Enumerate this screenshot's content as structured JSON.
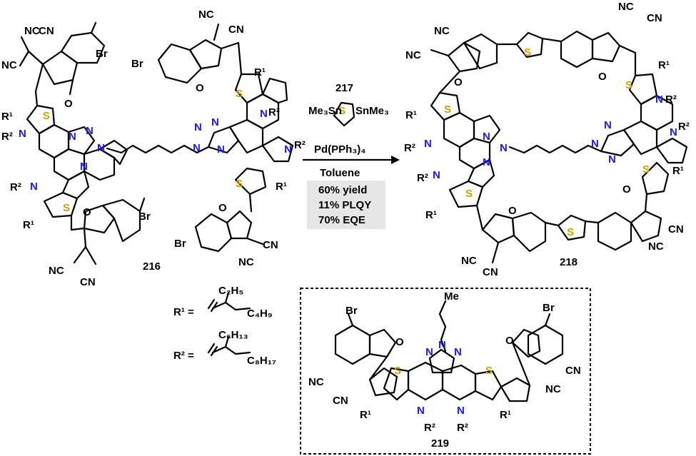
{
  "reaction": {
    "reagent_label": "217",
    "sn_left": "Me₃Sn",
    "sn_right": "SnMe₃",
    "catalyst": "Pd(PPh₃)₄",
    "solvent": "Toluene",
    "yield": "60% yield",
    "plqy": "11% PLQY",
    "eqe": "70% EQE"
  },
  "compounds": {
    "c216": "216",
    "c218": "218",
    "c219": "219"
  },
  "substituents": {
    "r1_label": "R¹ =",
    "r1_top": "C₂H₅",
    "r1_right": "C₄H₉",
    "r2_label": "R² =",
    "r2_top": "C₆H₁₃",
    "r2_right": "C₈H₁₇"
  },
  "atoms": {
    "N": "N",
    "S": "S",
    "O": "O",
    "Br": "Br",
    "CN": "CN",
    "NC": "NC",
    "R1": "R¹",
    "R2": "R²",
    "Me": "Me"
  },
  "colors": {
    "nitrogen": "#1a1aff",
    "sulfur": "#c8a400",
    "box": "#e6e6e6"
  }
}
